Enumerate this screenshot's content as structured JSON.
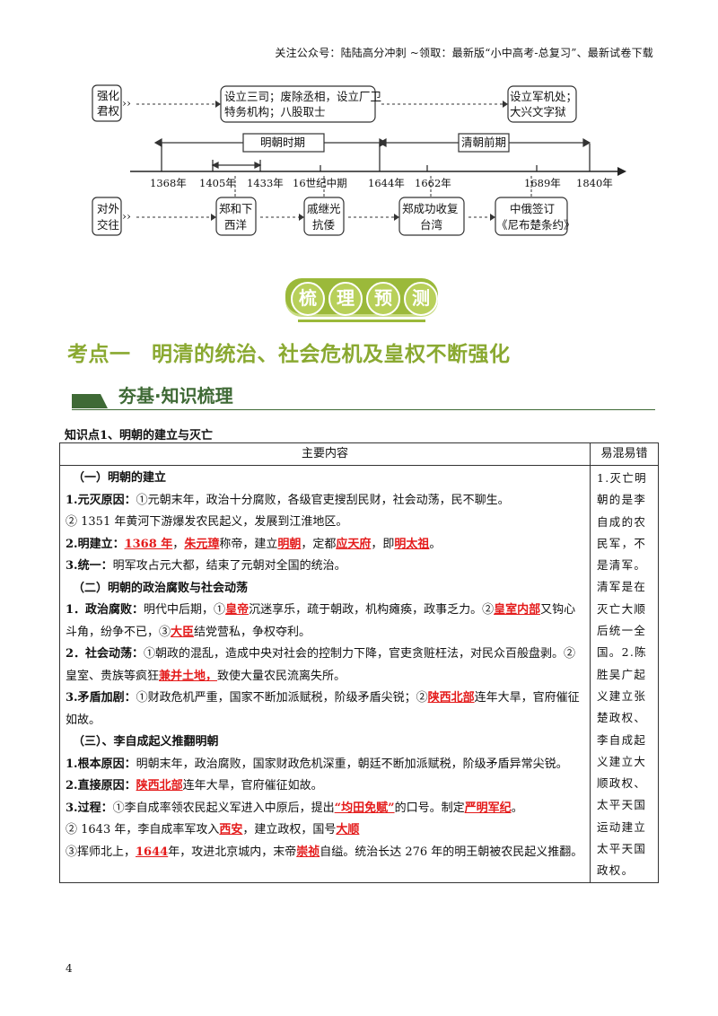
{
  "header": "关注公众号：陆陆高分冲刺 ~领取：最新版“小中高考-总复习”、最新试卷下载",
  "timeline": {
    "row_top_label": [
      "强化",
      "君权"
    ],
    "row_bottom_label": [
      "对外",
      "交往"
    ],
    "box_sanzi": [
      "设立三司；废除丞相，设立厂卫",
      "特务机构；八股取士"
    ],
    "box_junji": [
      "设立军机处；",
      "大兴文字狱"
    ],
    "period_ming": "明朝时期",
    "period_qing": "清朝前期",
    "years": [
      "1368年",
      "1405年",
      "1433年",
      "16世纪中期",
      "1644年",
      "1662年",
      "1689年",
      "1840年"
    ],
    "box_zhenghe": [
      "郑和下",
      "西洋"
    ],
    "box_qijiguang": [
      "戚继光",
      "抗倭"
    ],
    "box_taiwan": [
      "郑成功收复",
      "台湾"
    ],
    "box_nibuchu": [
      "中俄签订",
      "《尼布楚条约》"
    ]
  },
  "banner": [
    "梳",
    "理",
    "预",
    "测"
  ],
  "kaodian_title": "考点一　明清的统治、社会危机及皇权不断强化",
  "subhead": "夯基·知识梳理",
  "kp_title": "知识点1、明朝的建立与灭亡",
  "table": {
    "head_main": "主要内容",
    "head_side": "易混易错",
    "sec1": "（一）明朝的建立",
    "p1_label": "1.元灭原因：",
    "p1_text": "①元朝末年，政治十分腐败，各级官吏搜刮民财，社会动荡，民不聊生。",
    "p1_text2": "② 1351 年黄河下游爆发农民起义，发展到江淮地区。",
    "p2_label": "2.明建立：",
    "p2_year": "1368 年",
    "p2_sep": "，",
    "p2_name": "朱元璋",
    "p2_t1": "称帝，建立",
    "p2_dyn": "明朝",
    "p2_t2": "，定都",
    "p2_cap": "应天府",
    "p2_t3": "，即",
    "p2_title": "明太祖",
    "p2_end": "。",
    "p3_label": "3.统一：",
    "p3_text": "明军攻占元大都，结束了元朝对全国的统治。",
    "sec2": "（二）明朝的政治腐败与社会动荡",
    "q1_label": "1．政治腐败：",
    "q1_t1": "明代中后期，①",
    "q1_r1": "皇帝",
    "q1_t2": "沉迷享乐，疏于朝政，机构瘫痪，政事乏力。②",
    "q1_r2": "皇室内部",
    "q1_t3": "又钩心斗角，纷争不已，③",
    "q1_r3": "大臣",
    "q1_t4": "结党营私，争权夺利。",
    "q2_label": "2．社会动荡：",
    "q2_t1": "①朝政的混乱，造成中央对社会的控制力下降，官吏贪赃枉法，对民众百般盘剥。②皇室、贵族等疯狂",
    "q2_r1": "兼并土地，",
    "q2_t2": "致使大量农民流离失所。",
    "q3_label": "3.矛盾加剧：",
    "q3_t1": "①财政危机严重，国家不断加派赋税，阶级矛盾尖锐；②",
    "q3_r1": "陕西北部",
    "q3_t2": "连年大旱，官府催征如故。",
    "sec3": "（三）、李自成起义推翻明朝",
    "r1_label": "1.根本原因：",
    "r1_text": "明朝末年，政治腐败，国家财政危机深重，朝廷不断加派赋税，阶级矛盾异常尖锐。",
    "r2_label": "2.直接原因：",
    "r2_r1": "陕西北部",
    "r2_t1": "连年大旱，官府催征如故。",
    "r3_label": "3.过程：",
    "r3_t1": "①李自成率领农民起义军进入中原后，提出",
    "r3_r1": "“均田免赋”",
    "r3_t2": "的口号。制定",
    "r3_r2": "严明军纪",
    "r3_t3": "。",
    "r4_t1": "② 1643 年，李自成率军攻入",
    "r4_r1": "西安",
    "r4_t2": "，建立政权，国号",
    "r4_r2": "大顺",
    "r5_t1": "③挥师北上，",
    "r5_r1": "1644",
    "r5_t2": "年，攻进北京城内，末帝",
    "r5_r2": "崇祯",
    "r5_t3": "自缢。统治长达 276 年的明王朝被农民起义推翻。",
    "side_text": "1.灭亡明朝的是李自成的农民军，不是清军。清军是在灭亡大顺后统一全国。2.陈胜吴广起义建立张楚政权、李自成起义建立大顺政权、太平天国运动建立太平天国政权。"
  },
  "page_number": "4"
}
